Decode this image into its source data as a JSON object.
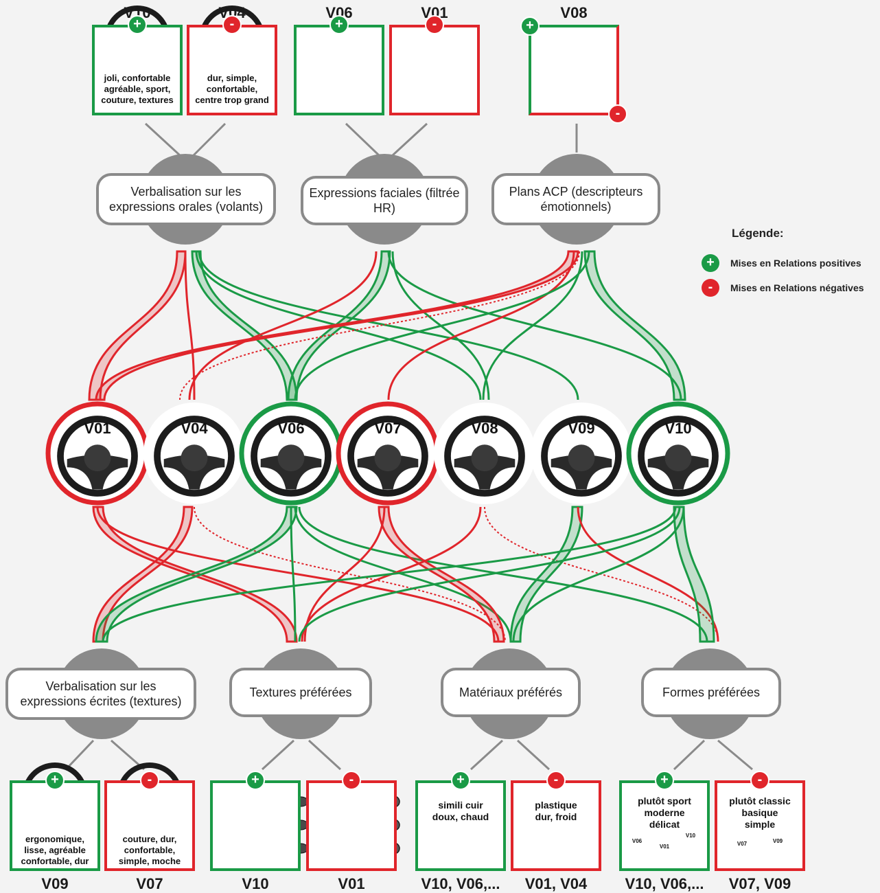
{
  "colors": {
    "positive": "#1a9a46",
    "negative": "#e0252b",
    "hub": "#8a8a8a"
  },
  "top_cards": [
    {
      "label": "V10",
      "polarity": "pos",
      "text": [
        "joli, confortable",
        "agréable, sport,",
        "couture, textures"
      ]
    },
    {
      "label": "V04",
      "polarity": "neg",
      "text": [
        "dur, simple,",
        "confortable,",
        "centre trop grand"
      ]
    },
    {
      "label": "V06",
      "polarity": "pos",
      "text": []
    },
    {
      "label": "V01",
      "polarity": "neg",
      "text": []
    },
    {
      "label": "V08",
      "polarity": "pos",
      "text": []
    }
  ],
  "top_categories": [
    "Verbalisation sur les expressions orales (volants)",
    "Expressions faciales (filtrée HR)",
    "Plans ACP (descripteurs émotionnels)"
  ],
  "wheels": [
    {
      "id": "V01",
      "ring": "neg"
    },
    {
      "id": "V04",
      "ring": "none"
    },
    {
      "id": "V06",
      "ring": "pos"
    },
    {
      "id": "V07",
      "ring": "neg"
    },
    {
      "id": "V08",
      "ring": "none"
    },
    {
      "id": "V09",
      "ring": "none"
    },
    {
      "id": "V10",
      "ring": "pos"
    }
  ],
  "bottom_categories": [
    "Verbalisation sur les expressions écrites (textures)",
    "Textures préférées",
    "Matériaux préférés",
    "Formes préférées"
  ],
  "bottom_cards": [
    {
      "label": "V09",
      "polarity": "pos",
      "text": [
        "ergonomique,",
        "lisse, agréable",
        "confortable, dur"
      ]
    },
    {
      "label": "V07",
      "polarity": "neg",
      "text": [
        "couture, dur,",
        "confortable,",
        "simple, moche"
      ]
    },
    {
      "label": "V10",
      "polarity": "pos",
      "text": []
    },
    {
      "label": "V01",
      "polarity": "neg",
      "text": []
    },
    {
      "label": "V10, V06,...",
      "polarity": "pos",
      "text": [
        "simili cuir",
        "doux, chaud"
      ]
    },
    {
      "label": "V01, V04",
      "polarity": "neg",
      "text": [
        "plastique",
        "dur, froid"
      ]
    },
    {
      "label": "V10, V06,...",
      "polarity": "pos",
      "text": [
        "plutôt sport",
        "moderne",
        "délicat"
      ],
      "mini": [
        "V06",
        "V01",
        "V10"
      ]
    },
    {
      "label": "V07, V09",
      "polarity": "neg",
      "text": [
        "plutôt classic",
        "basique",
        "simple"
      ],
      "mini": [
        "V07",
        "V09"
      ]
    }
  ],
  "legend": {
    "title": "Légende:",
    "positive": "Mises en Relations positives",
    "negative": "Mises en Relations négatives",
    "plus": "+",
    "minus": "-"
  }
}
